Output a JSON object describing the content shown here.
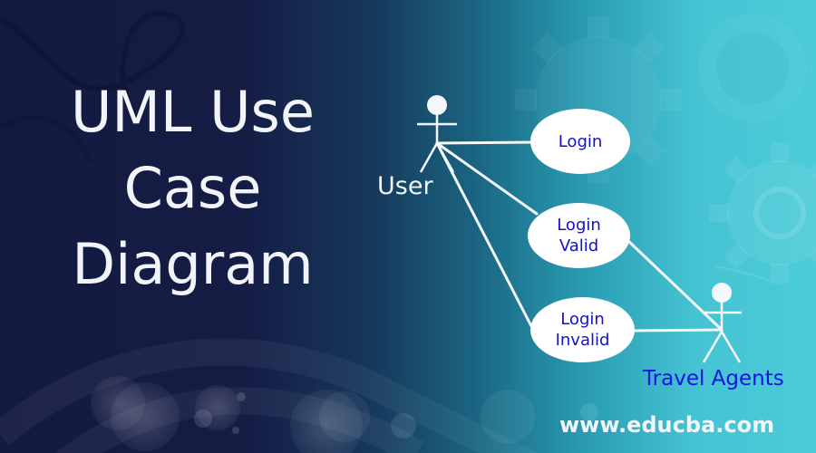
{
  "title": {
    "lines": [
      "UML Use",
      "Case",
      "Diagram"
    ]
  },
  "diagram": {
    "actors": [
      {
        "id": "user",
        "label": "User",
        "label_color": "#f3f6fa"
      },
      {
        "id": "travel_agents",
        "label": "Travel Agents",
        "label_color": "#1414e0"
      }
    ],
    "use_cases": [
      {
        "id": "login",
        "lines": [
          "Login"
        ]
      },
      {
        "id": "login_valid",
        "lines": [
          "Login",
          "Valid"
        ]
      },
      {
        "id": "login_invalid",
        "lines": [
          "Login",
          "Invalid"
        ]
      }
    ],
    "associations": [
      {
        "from": "user",
        "to": "login"
      },
      {
        "from": "user",
        "to": "login_valid"
      },
      {
        "from": "user",
        "to": "login_invalid"
      },
      {
        "from": "travel_agents",
        "to": "login_valid"
      },
      {
        "from": "travel_agents",
        "to": "login_invalid"
      }
    ],
    "use_case_text_color": "#1212c8"
  },
  "footer": {
    "url": "www.educba.com"
  },
  "colors": {
    "bg_left": "#131a40",
    "bg_right": "#4ccbd8",
    "title_text": "#f3f4fa"
  }
}
